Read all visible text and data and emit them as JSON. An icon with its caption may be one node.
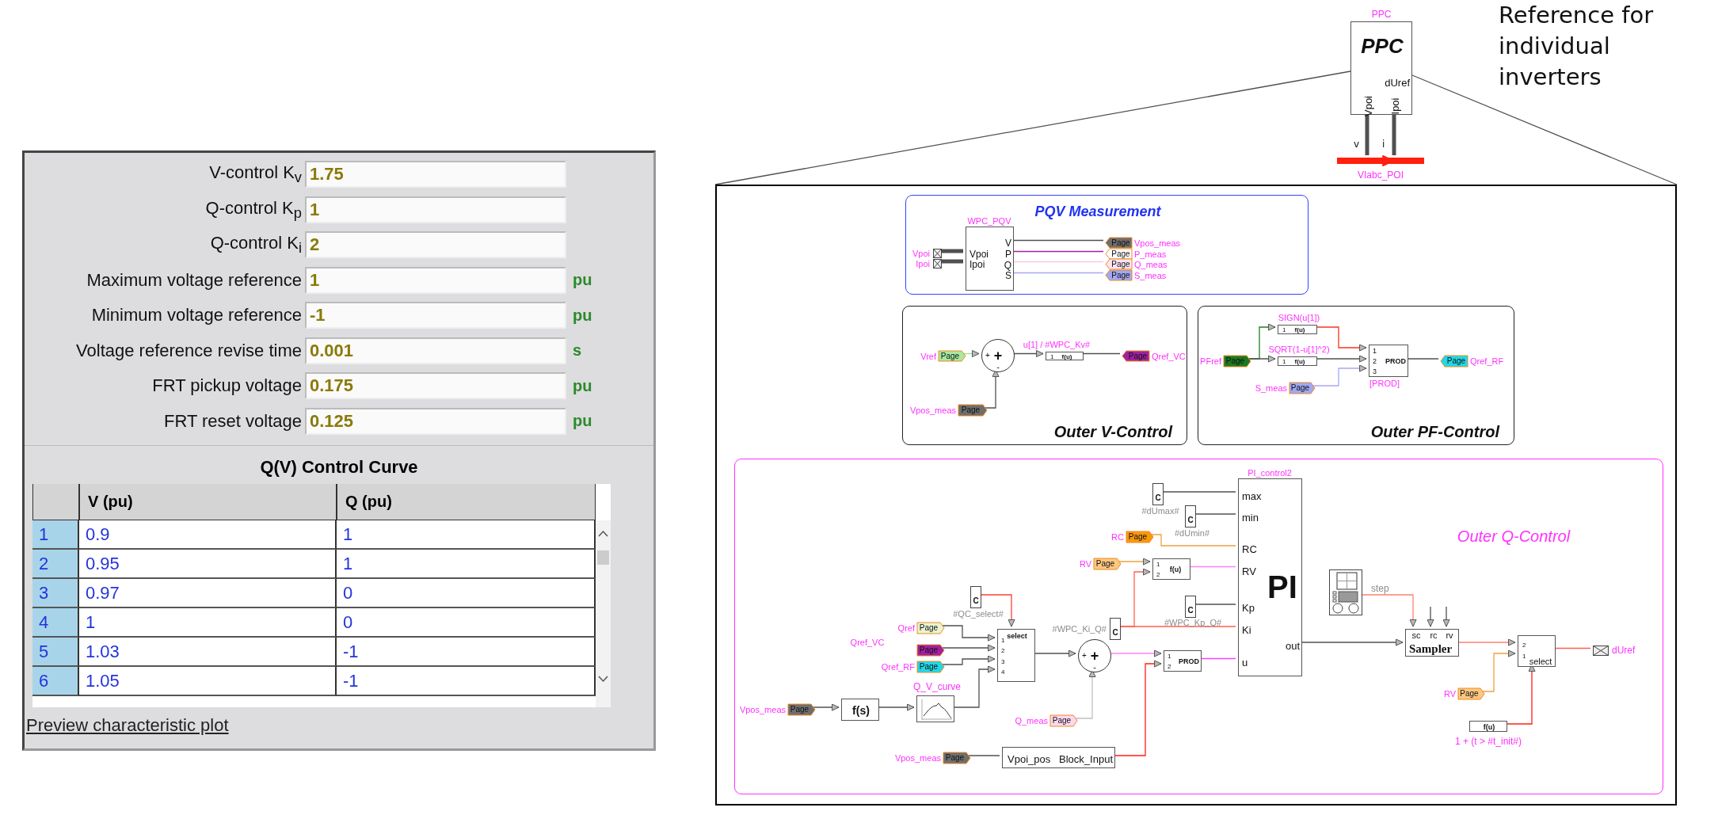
{
  "diagram": {
    "nodes": [
      {
        "text": [
          "PPC",
          "dUref",
          "Vpoi",
          "Ipoi"
        ],
        "beside": [
          "PPC"
        ]
      },
      {
        "text": [],
        "shape": "bar",
        "beside": [
          "VIabc_POI"
        ]
      },
      {
        "text": [],
        "shape": "box"
      },
      {
        "text": [
          "PQV Measurement"
        ],
        "in": 2
      },
      {
        "text": [],
        "shape": "box",
        "in": 3,
        "beside": [
          "Vpoi"
        ]
      },
      {
        "text": [],
        "shape": "box",
        "in": 3,
        "beside": [
          "Ipoi"
        ]
      },
      {
        "text": [
          "Vpoi",
          "Ipoi",
          "V",
          "P",
          "Q",
          "S"
        ],
        "in": 3,
        "beside": [
          "WPC_PQV"
        ]
      },
      {
        "text": [
          "Page"
        ],
        "in": 3,
        "beside": [
          "Vpos_meas"
        ]
      },
      {
        "text": [
          "Page"
        ],
        "in": 3,
        "beside": [
          "P_meas"
        ]
      },
      {
        "text": [
          "Page"
        ],
        "in": 3,
        "beside": [
          "Q_meas"
        ]
      },
      {
        "text": [
          "Page"
        ],
        "in": 3,
        "beside": [
          "S_meas"
        ]
      },
      {
        "text": [
          "Outer V-Control"
        ],
        "in": 2
      },
      {
        "text": [
          "Page"
        ],
        "in": 11,
        "beside": [
          "Vref"
        ]
      },
      {
        "text": [
          "+",
          "+",
          "-"
        ],
        "in": 11
      },
      {
        "text": [
          "1",
          "f(u)"
        ],
        "in": 11,
        "beside": [
          "u[1] / #WPC_Kv#"
        ]
      },
      {
        "text": [
          "Page"
        ],
        "in": 11,
        "beside": [
          "Qref_VC"
        ]
      },
      {
        "text": [
          "Page"
        ],
        "in": 11,
        "beside": [
          "Vpos_meas"
        ]
      },
      {
        "text": [
          "Outer PF-Control"
        ],
        "in": 2
      },
      {
        "text": [
          "Page"
        ],
        "in": 17,
        "beside": [
          "PFref"
        ]
      },
      {
        "text": [
          "1",
          "f(u)"
        ],
        "in": 17,
        "beside": [
          "SIGN(u[1])"
        ]
      },
      {
        "text": [
          "1",
          "f(u)"
        ],
        "in": 17,
        "beside": [
          "SQRT(1-u[1]^2)"
        ]
      },
      {
        "text": [
          "1",
          "2",
          "3",
          "PROD"
        ],
        "in": 17,
        "beside": [
          "[PROD]"
        ]
      },
      {
        "text": [
          "Page"
        ],
        "in": 17,
        "beside": [
          "Qref_RF"
        ]
      },
      {
        "text": [
          "Page"
        ],
        "in": 17,
        "beside": [
          "S_meas"
        ]
      },
      {
        "text": [
          "Outer Q-Control"
        ],
        "in": 2
      },
      {
        "text": [
          "max",
          "min",
          "RC",
          "RV",
          "PI",
          "Kp",
          "Ki",
          "out",
          "u"
        ],
        "in": 24,
        "beside": [
          "PI_control2"
        ]
      },
      {
        "text": [
          "C"
        ],
        "in": 24,
        "beside": [
          "#dUmax#"
        ]
      },
      {
        "text": [
          "C"
        ],
        "in": 24,
        "beside": [
          "#dUmin#"
        ]
      },
      {
        "text": [
          "Page"
        ],
        "in": 24,
        "beside": [
          "RC"
        ]
      },
      {
        "text": [
          "Page"
        ],
        "in": 24,
        "beside": [
          "RV"
        ]
      },
      {
        "text": [
          "1",
          "2",
          "f(u)"
        ],
        "in": 24
      },
      {
        "text": [
          "C"
        ],
        "in": 24,
        "beside": [
          "#WPC_Kp_Q#"
        ]
      },
      {
        "text": [
          "C"
        ],
        "in": 24,
        "beside": [
          "#WPC_Ki_Q#"
        ]
      },
      {
        "text": [
          "C"
        ],
        "in": 24,
        "beside": [
          "#QC_select#"
        ]
      },
      {
        "text": [
          "Page"
        ],
        "in": 24,
        "beside": [
          "Qref"
        ]
      },
      {
        "text": [
          "Page"
        ],
        "in": 24,
        "beside": [
          "Qref_VC"
        ]
      },
      {
        "text": [
          "Page"
        ],
        "in": 24,
        "beside": [
          "Qref_RF"
        ]
      },
      {
        "text": [
          "select",
          "1",
          "2",
          "3",
          "4"
        ],
        "in": 24
      },
      {
        "text": [
          "+",
          "+",
          "-"
        ],
        "in": 24
      },
      {
        "text": [
          "1",
          "2",
          "PROD"
        ],
        "in": 24
      },
      {
        "text": [
          "Page"
        ],
        "in": 24,
        "beside": [
          "Vpos_meas"
        ]
      },
      {
        "text": [
          "f(s)"
        ],
        "in": 24
      },
      {
        "text": [],
        "shape": "box",
        "in": 24,
        "beside": [
          "Q_V_curve"
        ]
      },
      {
        "text": [
          "Page"
        ],
        "in": 24,
        "beside": [
          "Q_meas"
        ]
      },
      {
        "text": [
          "Page"
        ],
        "in": 24,
        "beside": [
          "Vpos_meas"
        ]
      },
      {
        "text": [
          "Vpoi_pos",
          "Block_Input"
        ],
        "in": 24
      },
      {
        "text": [],
        "shape": "box",
        "in": 24,
        "beside": [
          "step"
        ]
      },
      {
        "text": [
          "sc",
          "rc",
          "rv",
          "Sampler"
        ],
        "in": 24
      },
      {
        "text": [
          "2",
          "1",
          "select"
        ],
        "in": 24
      },
      {
        "text": [],
        "shape": "box",
        "in": 24,
        "beside": [
          "dUref"
        ]
      },
      {
        "text": [
          "Page"
        ],
        "in": 24,
        "beside": [
          "RV"
        ]
      },
      {
        "text": [
          "f(u)"
        ],
        "in": 24,
        "beside": [
          "1 + (t > #t_init#)"
        ]
      }
    ],
    "edges": [
      {
        "from": 0,
        "to": 2,
        "arrow": "none"
      },
      {
        "from": 0,
        "to": 2,
        "arrow": "none"
      },
      {
        "from": 0,
        "to": 1,
        "arrow": "none",
        "style": "thick"
      },
      {
        "from": 0,
        "to": 1,
        "arrow": "none",
        "style": "thick"
      },
      {
        "from": 4,
        "to": 6,
        "arrow": "none",
        "style": "thick"
      },
      {
        "from": 5,
        "to": 6,
        "arrow": "none",
        "style": "thick"
      },
      {
        "from": 6,
        "to": 7,
        "arrow": "none"
      },
      {
        "from": 6,
        "to": 8,
        "arrow": "none",
        "color": "#a020a0"
      },
      {
        "from": 6,
        "to": 9,
        "arrow": "none",
        "color": "#f8c8e8"
      },
      {
        "from": 6,
        "to": 10,
        "arrow": "none",
        "color": "#a8a8f4"
      },
      {
        "from": 12,
        "to": 13,
        "arrow": "to",
        "color": "#90e090"
      },
      {
        "from": 16,
        "to": 13,
        "arrow": "to"
      },
      {
        "from": 13,
        "to": 14,
        "arrow": "to"
      },
      {
        "from": 14,
        "to": 15,
        "arrow": "none"
      },
      {
        "from": 18,
        "to": 19,
        "arrow": "to",
        "color": "#208020"
      },
      {
        "from": 18,
        "to": 20,
        "arrow": "to"
      },
      {
        "from": 19,
        "to": 21,
        "arrow": "to",
        "color": "#ff3020"
      },
      {
        "from": 20,
        "to": 21,
        "arrow": "to"
      },
      {
        "from": 23,
        "to": 21,
        "arrow": "to",
        "color": "#a8a8f4"
      },
      {
        "from": 21,
        "to": 22,
        "arrow": "none"
      },
      {
        "from": 26,
        "to": 25,
        "arrow": "none"
      },
      {
        "from": 27,
        "to": 25,
        "arrow": "none"
      },
      {
        "from": 28,
        "to": 25,
        "arrow": "none",
        "color": "#f0a040"
      },
      {
        "from": 29,
        "to": 30,
        "arrow": "to",
        "color": "#f0a040"
      },
      {
        "from": 32,
        "to": 30,
        "arrow": "to",
        "color": "#ff6050"
      },
      {
        "from": 32,
        "to": 25,
        "arrow": "none",
        "color": "#ff6050"
      },
      {
        "from": 30,
        "to": 25,
        "arrow": "none",
        "color": "#ff80ff"
      },
      {
        "from": 31,
        "to": 25,
        "arrow": "none"
      },
      {
        "from": 33,
        "to": 37,
        "arrow": "to",
        "color": "#ff4030"
      },
      {
        "from": 34,
        "to": 37,
        "arrow": "to"
      },
      {
        "from": 35,
        "to": 37,
        "arrow": "to"
      },
      {
        "from": 36,
        "to": 37,
        "arrow": "to"
      },
      {
        "from": 40,
        "to": 41,
        "arrow": "to"
      },
      {
        "from": 41,
        "to": 42,
        "arrow": "to"
      },
      {
        "from": 42,
        "to": 37,
        "arrow": "to"
      },
      {
        "from": 37,
        "to": 38,
        "arrow": "to"
      },
      {
        "from": 43,
        "to": 38,
        "arrow": "to",
        "color": "#c0c0c0"
      },
      {
        "from": 38,
        "to": 39,
        "arrow": "to",
        "color": "#ff80ff"
      },
      {
        "from": 45,
        "to": 39,
        "arrow": "to",
        "color": "#ff2010"
      },
      {
        "from": 44,
        "to": 45,
        "arrow": "none"
      },
      {
        "from": 39,
        "to": 25,
        "arrow": "none",
        "color": "#ff40ff"
      },
      {
        "from": 25,
        "to": 47,
        "arrow": "to"
      },
      {
        "from": 46,
        "to": 47,
        "arrow": "to",
        "color": "#ff8070"
      },
      {
        "from": null,
        "to": 47,
        "arrow": "to"
      },
      {
        "from": null,
        "to": 47,
        "arrow": "to"
      },
      {
        "from": 47,
        "to": 48,
        "arrow": "to",
        "color": "#ff8070"
      },
      {
        "from": 50,
        "to": 48,
        "arrow": "to",
        "color": "#f0a040"
      },
      {
        "from": 51,
        "to": 48,
        "arrow": "to",
        "color": "#ff2010"
      },
      {
        "from": 48,
        "to": 49,
        "arrow": "none",
        "color": "#ff6050"
      }
    ],
    "labels": [
      "V-control K$_{v}$",
      "1.75",
      "Q-control K$_{p}$",
      "1",
      "Q-control K$_{i}$",
      "2",
      "Maximum voltage reference",
      "1",
      "pu",
      "Minimum voltage reference",
      "-1",
      "pu",
      "Voltage reference revise time",
      "0.001",
      "s",
      "FRT pickup voltage",
      "0.175",
      "pu",
      "FRT reset voltage",
      "0.125",
      "pu",
      "Q(V) Control Curve",
      "V (pu)",
      "Q (pu)",
      "1",
      "0.9",
      "1",
      "2",
      "0.95",
      "1",
      "3",
      "0.97",
      "0",
      "4",
      "1",
      "0",
      "5",
      "1.03",
      "-1",
      "6",
      "1.05",
      "-1",
      "Preview characteristic plot",
      "Reference for individual inverters",
      "v",
      "i"
    ]
  }
}
